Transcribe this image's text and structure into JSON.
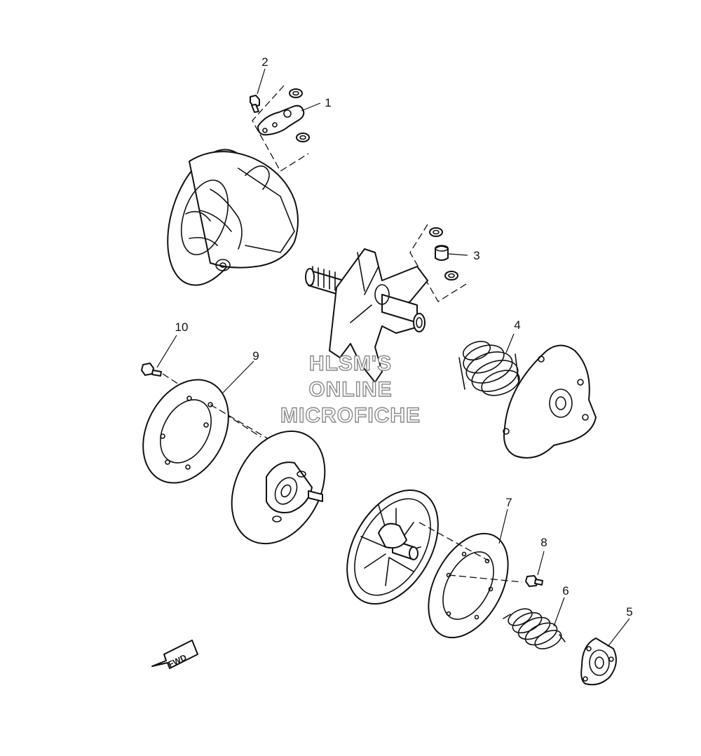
{
  "watermark": {
    "line1": "HLSM'S",
    "line2": "ONLINE",
    "line3": "MICROFICHE"
  },
  "direction_arrow": {
    "label": "FWD"
  },
  "callouts": {
    "c1": "1",
    "c2": "2",
    "c3": "3",
    "c4": "4",
    "c5": "5",
    "c6": "6",
    "c7": "7",
    "c8": "8",
    "c9": "9",
    "c10": "10"
  }
}
